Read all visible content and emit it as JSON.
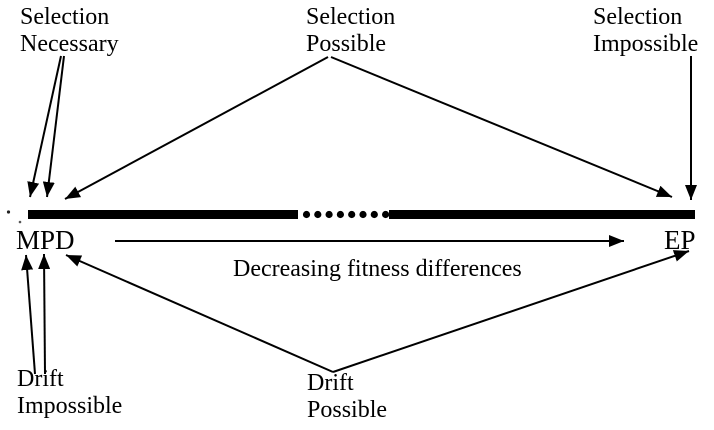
{
  "diagram": {
    "title_hint": "Selection and drift continuum diagram",
    "top_labels": {
      "selection_necessary": {
        "line1": "Selection",
        "line2": "Necessary"
      },
      "selection_possible": {
        "line1": "Selection",
        "line2": "Possible"
      },
      "selection_impossible": {
        "line1": "Selection",
        "line2": "Impossible"
      }
    },
    "axis": {
      "left_endpoint": "MPD",
      "right_endpoint": "EP",
      "arrow_caption": "Decreasing fitness differences"
    },
    "bottom_labels": {
      "drift_impossible": {
        "line1": "Drift",
        "line2": "Impossible"
      },
      "drift_possible": {
        "line1": "Drift",
        "line2": "Possible"
      }
    },
    "colors": {
      "ink": "#000000",
      "background": "#ffffff"
    }
  }
}
